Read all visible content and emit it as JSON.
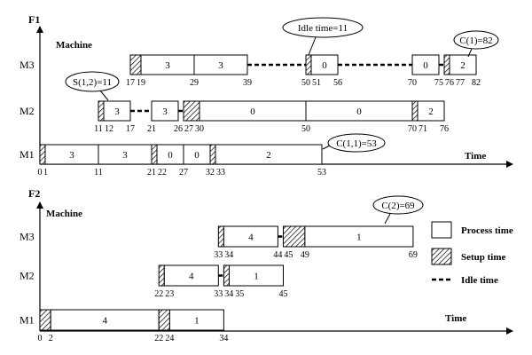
{
  "legend": {
    "process": "Process time",
    "setup": "Setup time",
    "idle": "Idle time"
  },
  "figures": [
    {
      "title": "F1",
      "machine_axis_label": "Machine",
      "time_axis_label": "Time",
      "machines": [
        {
          "name": "M3",
          "blocks": [
            {
              "type": "setup",
              "start": 17,
              "end": 19
            },
            {
              "type": "process",
              "start": 19,
              "end": 29,
              "label": "3"
            },
            {
              "type": "process",
              "start": 29,
              "end": 39,
              "label": "3"
            },
            {
              "type": "idle",
              "start": 39,
              "end": 50
            },
            {
              "type": "setup",
              "start": 50,
              "end": 51
            },
            {
              "type": "process",
              "start": 51,
              "end": 56,
              "label": "0"
            },
            {
              "type": "idle",
              "start": 56,
              "end": 70
            },
            {
              "type": "process",
              "start": 70,
              "end": 75,
              "label": "0"
            },
            {
              "type": "idle",
              "start": 75,
              "end": 76
            },
            {
              "type": "setup",
              "start": 76,
              "end": 77
            },
            {
              "type": "process",
              "start": 77,
              "end": 82,
              "label": "2"
            }
          ],
          "ticks": [
            "17",
            "19",
            "29",
            "39",
            "50",
            "51",
            "56",
            "70",
            "75",
            "76",
            "77",
            "82"
          ]
        },
        {
          "name": "M2",
          "blocks": [
            {
              "type": "setup",
              "start": 11,
              "end": 12
            },
            {
              "type": "process",
              "start": 12,
              "end": 17,
              "label": "3"
            },
            {
              "type": "idle",
              "start": 17,
              "end": 21
            },
            {
              "type": "process",
              "start": 21,
              "end": 26,
              "label": "3"
            },
            {
              "type": "idle",
              "start": 26,
              "end": 27
            },
            {
              "type": "setup",
              "start": 27,
              "end": 30
            },
            {
              "type": "process",
              "start": 30,
              "end": 50,
              "label": "0"
            },
            {
              "type": "process",
              "start": 50,
              "end": 70,
              "label": "0"
            },
            {
              "type": "setup",
              "start": 70,
              "end": 71
            },
            {
              "type": "process",
              "start": 71,
              "end": 76,
              "label": "2"
            }
          ],
          "ticks": [
            "11",
            "12",
            "17",
            "21",
            "26",
            "27",
            "30",
            "50",
            "70",
            "71",
            "76"
          ]
        },
        {
          "name": "M1",
          "blocks": [
            {
              "type": "setup",
              "start": 0,
              "end": 1
            },
            {
              "type": "process",
              "start": 1,
              "end": 11,
              "label": "3"
            },
            {
              "type": "process",
              "start": 11,
              "end": 21,
              "label": "3"
            },
            {
              "type": "setup",
              "start": 21,
              "end": 22
            },
            {
              "type": "process",
              "start": 22,
              "end": 27,
              "label": "0"
            },
            {
              "type": "process",
              "start": 27,
              "end": 32,
              "label": "0"
            },
            {
              "type": "setup",
              "start": 32,
              "end": 33
            },
            {
              "type": "process",
              "start": 33,
              "end": 53,
              "label": "2"
            }
          ],
          "ticks": [
            "0",
            "1",
            "11",
            "21",
            "22",
            "27",
            "32",
            "33",
            "53"
          ]
        }
      ],
      "callouts": [
        "Idle time=11",
        "C(1)=82",
        "S(1,2)=11",
        "C(1,1)=53"
      ]
    },
    {
      "title": "F2",
      "machine_axis_label": "Machine",
      "time_axis_label": "Time",
      "machines": [
        {
          "name": "M3",
          "blocks": [
            {
              "type": "setup",
              "start": 33,
              "end": 34
            },
            {
              "type": "process",
              "start": 34,
              "end": 44,
              "label": "4"
            },
            {
              "type": "idle",
              "start": 44,
              "end": 45
            },
            {
              "type": "setup",
              "start": 45,
              "end": 49
            },
            {
              "type": "process",
              "start": 49,
              "end": 69,
              "label": "1"
            }
          ],
          "ticks": [
            "33",
            "34",
            "44",
            "45",
            "49",
            "69"
          ]
        },
        {
          "name": "M2",
          "blocks": [
            {
              "type": "setup",
              "start": 22,
              "end": 23
            },
            {
              "type": "process",
              "start": 23,
              "end": 33,
              "label": "4"
            },
            {
              "type": "idle",
              "start": 33,
              "end": 34
            },
            {
              "type": "setup",
              "start": 34,
              "end": 35
            },
            {
              "type": "process",
              "start": 35,
              "end": 45,
              "label": "1"
            }
          ],
          "ticks": [
            "22",
            "23",
            "33",
            "34",
            "35",
            "45"
          ]
        },
        {
          "name": "M1",
          "blocks": [
            {
              "type": "setup",
              "start": 0,
              "end": 2
            },
            {
              "type": "process",
              "start": 2,
              "end": 22,
              "label": "4"
            },
            {
              "type": "setup",
              "start": 22,
              "end": 24
            },
            {
              "type": "process",
              "start": 24,
              "end": 34,
              "label": "1"
            }
          ],
          "ticks": [
            "0",
            "2",
            "22",
            "24",
            "34"
          ]
        }
      ],
      "callouts": [
        "C(2)=69"
      ]
    }
  ]
}
